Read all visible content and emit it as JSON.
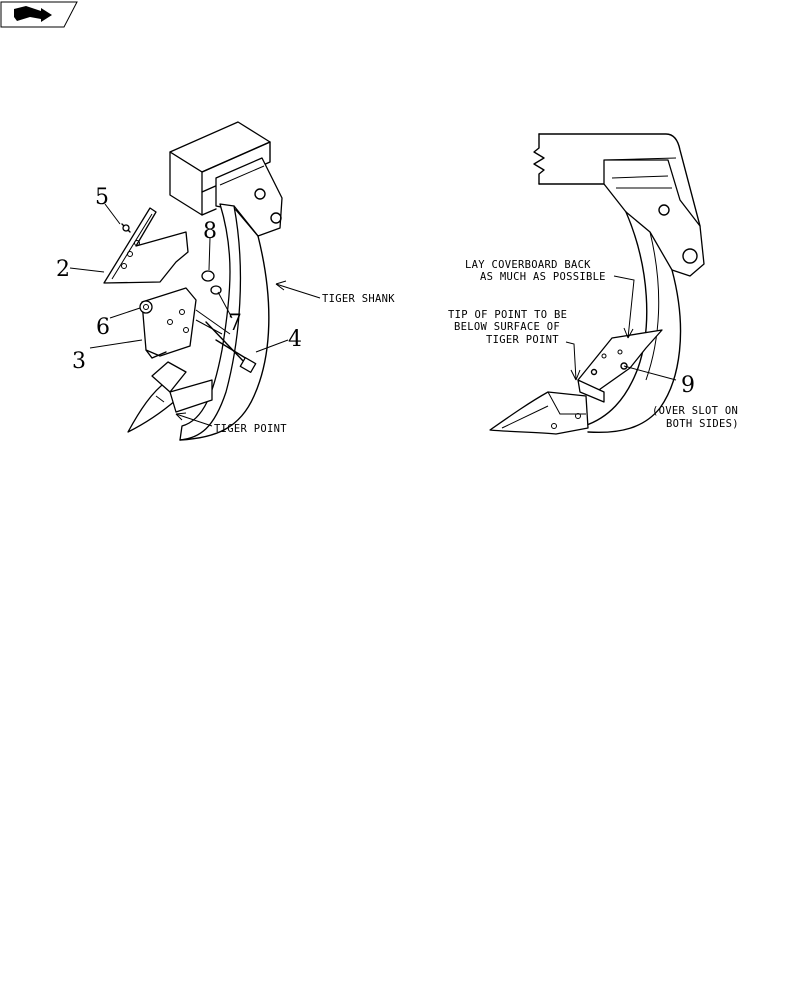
{
  "icon": {
    "name": "book-arrow-icon"
  },
  "left_view": {
    "callouts": [
      "2",
      "3",
      "4",
      "5",
      "6",
      "7",
      "8"
    ],
    "labels": {
      "tiger_shank": "TIGER SHANK",
      "tiger_point": "TIGER POINT"
    }
  },
  "right_view": {
    "callouts": [
      "9"
    ],
    "labels": {
      "coverboard_line1": "LAY COVERBOARD BACK",
      "coverboard_line2": "AS MUCH AS POSSIBLE",
      "tip_line1": "TIP OF POINT TO BE",
      "tip_line2": "BELOW SURFACE OF",
      "tip_line3": "TIGER POINT",
      "slot_line1": "(OVER SLOT ON",
      "slot_line2": "BOTH SIDES)"
    }
  }
}
